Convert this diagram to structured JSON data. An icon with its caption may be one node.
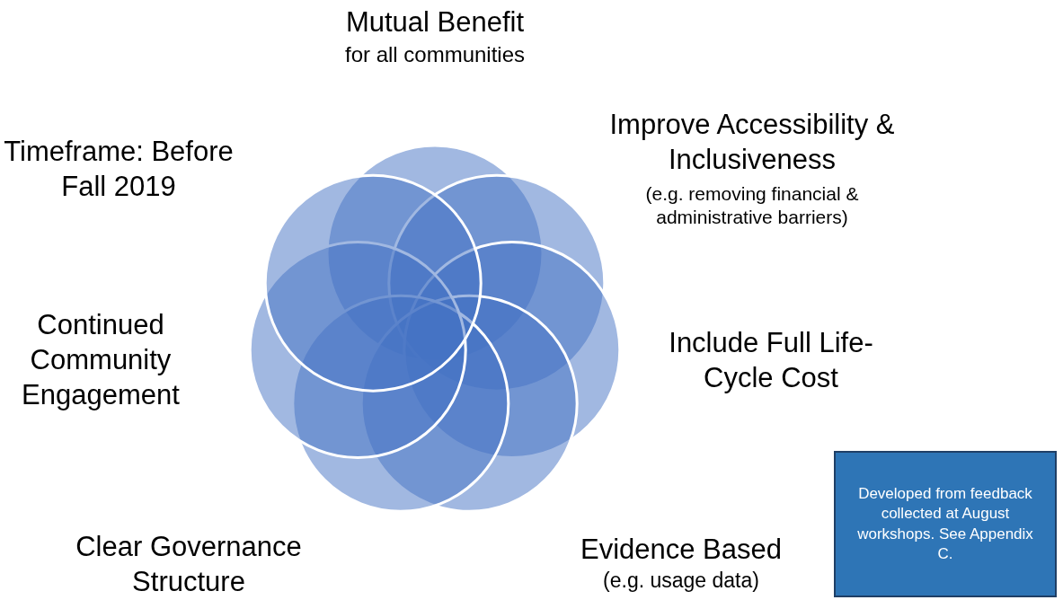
{
  "diagram": {
    "nodes": [
      {
        "text": [
          "Developed from feedback collected at August workshops. See Appendix C."
        ]
      }
    ],
    "labels": [
      "Mutual Benefit",
      "for all communities",
      "Timeframe: Before Fall 2019",
      "Improve Accessibility & Inclusiveness",
      "(e.g. removing financial & administrative barriers)",
      "Continued Community Engagement",
      "Include Full Life-Cycle Cost",
      "Clear Governance Structure",
      "Evidence Based",
      "(e.g. usage data)"
    ]
  }
}
